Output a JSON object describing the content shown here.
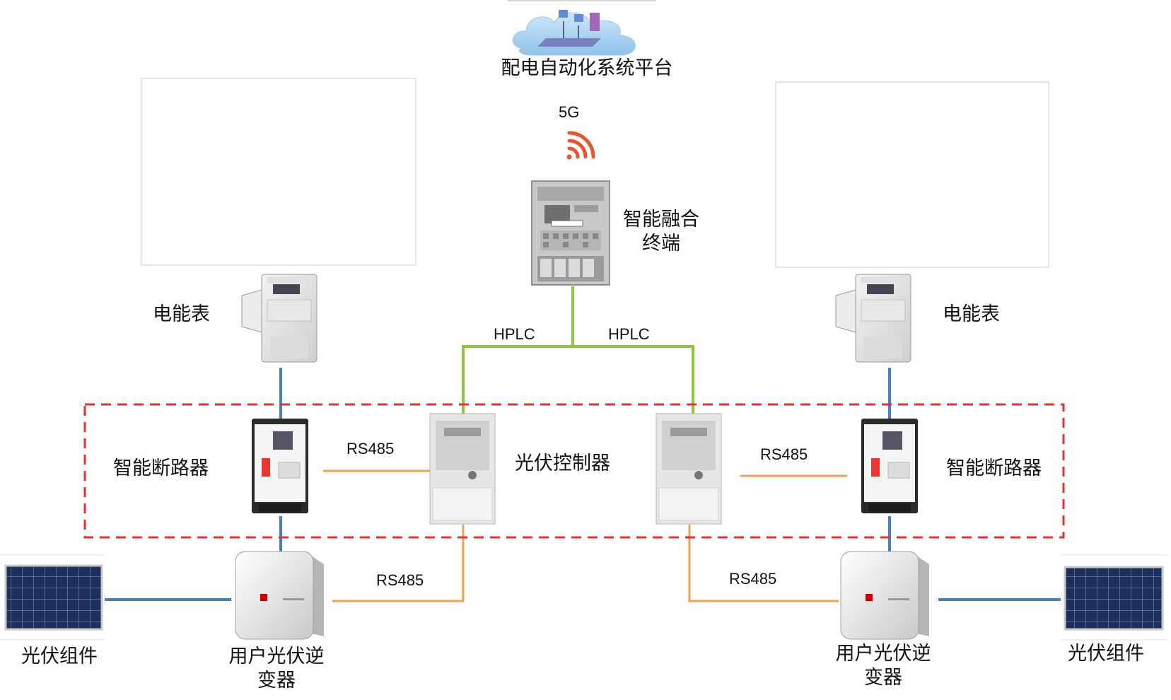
{
  "labels": {
    "platform": "配电自动化系统平台",
    "network": "5G",
    "terminal": "智能融合终端",
    "meter_left": "电能表",
    "meter_right": "电能表",
    "hplc_left": "HPLC",
    "hplc_right": "HPLC",
    "breaker_left": "智能断路器",
    "breaker_right": "智能断路器",
    "controller": "光伏控制器",
    "rs485_breaker_left": "RS485",
    "rs485_breaker_right": "RS485",
    "rs485_inverter_left": "RS485",
    "rs485_inverter_right": "RS485",
    "pv_module_left": "光伏组件",
    "pv_module_right": "光伏组件",
    "inverter_left": "用户光伏逆变器",
    "inverter_right": "用户光伏逆变器"
  },
  "colors": {
    "hplc_link": "#8cc63f",
    "rs485_link": "#f0a050",
    "power_link": "#4a7fc0",
    "boundary": "#e53030",
    "signal_icon": "#e8552a"
  }
}
